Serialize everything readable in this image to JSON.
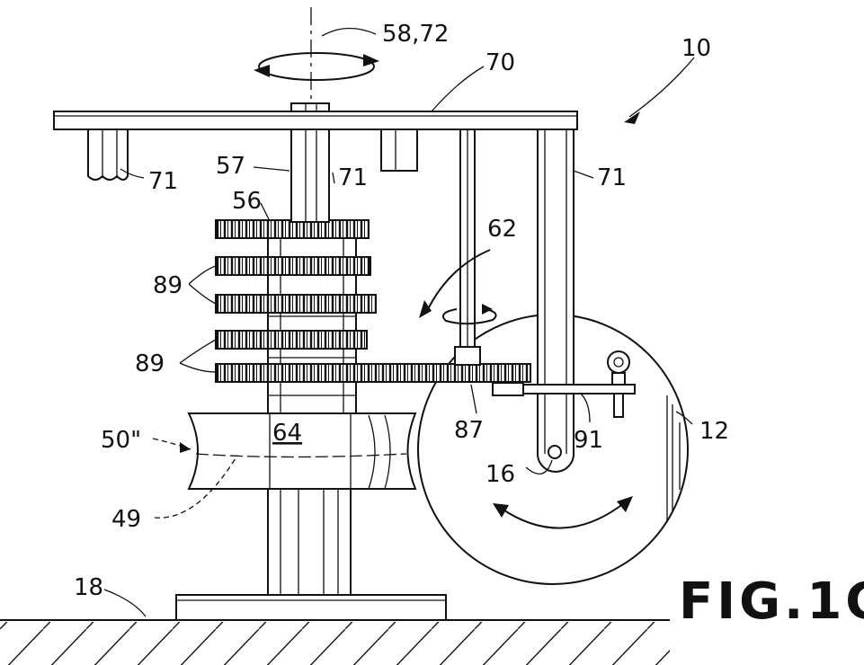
{
  "figure_label": "FIG.1C",
  "labels": {
    "axis": "58,72",
    "plate": "70",
    "assembly": "10",
    "post_left": "71",
    "post_shaft": "71",
    "post_right": "71",
    "shaft": "57",
    "top_gear": "56",
    "arc_arrow": "62",
    "gears_upper": "89",
    "gears_lower": "89",
    "pinion": "87",
    "link": "91",
    "wheel": "12",
    "pivot": "16",
    "drum": "64",
    "drum_side": "50\"",
    "drum_seam": "49",
    "ground": "18"
  }
}
